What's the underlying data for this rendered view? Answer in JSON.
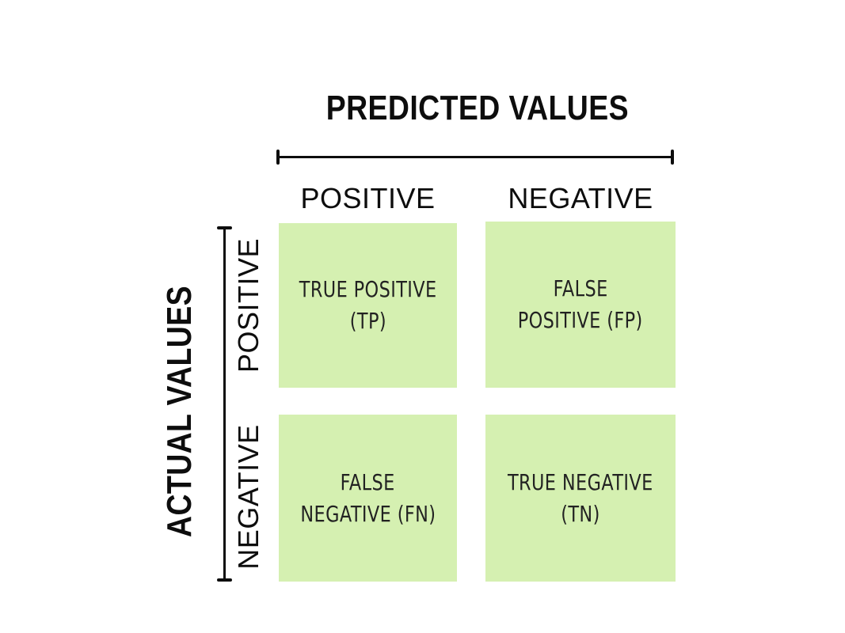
{
  "diagram": {
    "type": "confusion-matrix",
    "predicted_axis": {
      "title": "PREDICTED VALUES",
      "col_positive": "POSITIVE",
      "col_negative": "NEGATIVE"
    },
    "actual_axis": {
      "title": "ACTUAL VALUES",
      "row_positive": "POSITIVE",
      "row_negative": "NEGATIVE"
    },
    "cells": [
      {
        "name": "true-positive",
        "lines": [
          "TRUE POSITIVE",
          "(TP)"
        ]
      },
      {
        "name": "false-positive",
        "lines": [
          "FALSE",
          "POSITIVE (FP)"
        ]
      },
      {
        "name": "false-negative",
        "lines": [
          "FALSE",
          "NEGATIVE (FN)"
        ]
      },
      {
        "name": "true-negative",
        "lines": [
          "TRUE NEGATIVE",
          "(TN)"
        ]
      }
    ],
    "colors": {
      "cell_background": "#d5f0b1",
      "line": "#0d0d0d",
      "heading_text": "#0d0d0d",
      "cell_text": "#222222",
      "page_background": "#ffffff"
    }
  }
}
